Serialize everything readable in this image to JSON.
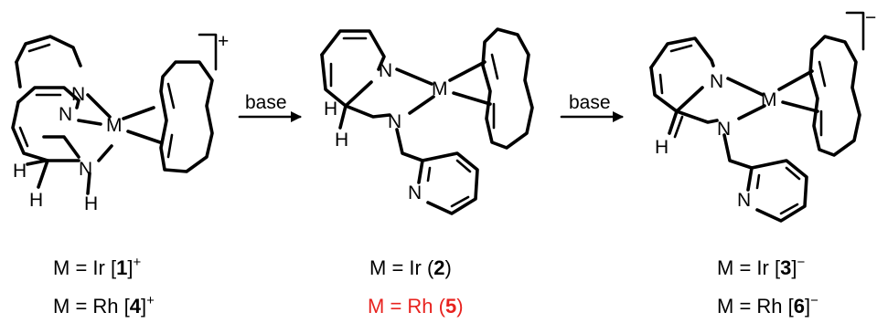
{
  "reaction": {
    "arrow1_label": "base",
    "arrow2_label": "base"
  },
  "atoms": {
    "N": "N",
    "M": "M",
    "H": "H",
    "charge_plus": "+",
    "charge_minus": "−"
  },
  "captions": {
    "c1_top": {
      "prefix": "M = Ir [",
      "num": "1",
      "suffix": "]",
      "charge": "+"
    },
    "c1_bot": {
      "prefix": "M = Rh [",
      "num": "4",
      "suffix": "]",
      "charge": "+"
    },
    "c2_top": {
      "prefix": "M = Ir (",
      "num": "2",
      "suffix": ")"
    },
    "c2_bot": {
      "prefix": "M = Rh (",
      "num": "5",
      "suffix": ")"
    },
    "c3_top": {
      "prefix": "M = Ir [",
      "num": "3",
      "suffix": "]",
      "charge": "−"
    },
    "c3_bot": {
      "prefix": "M = Rh [",
      "num": "6",
      "suffix": "]",
      "charge": "−"
    }
  },
  "colors": {
    "highlight": "#e8231f",
    "ink": "#000000"
  }
}
